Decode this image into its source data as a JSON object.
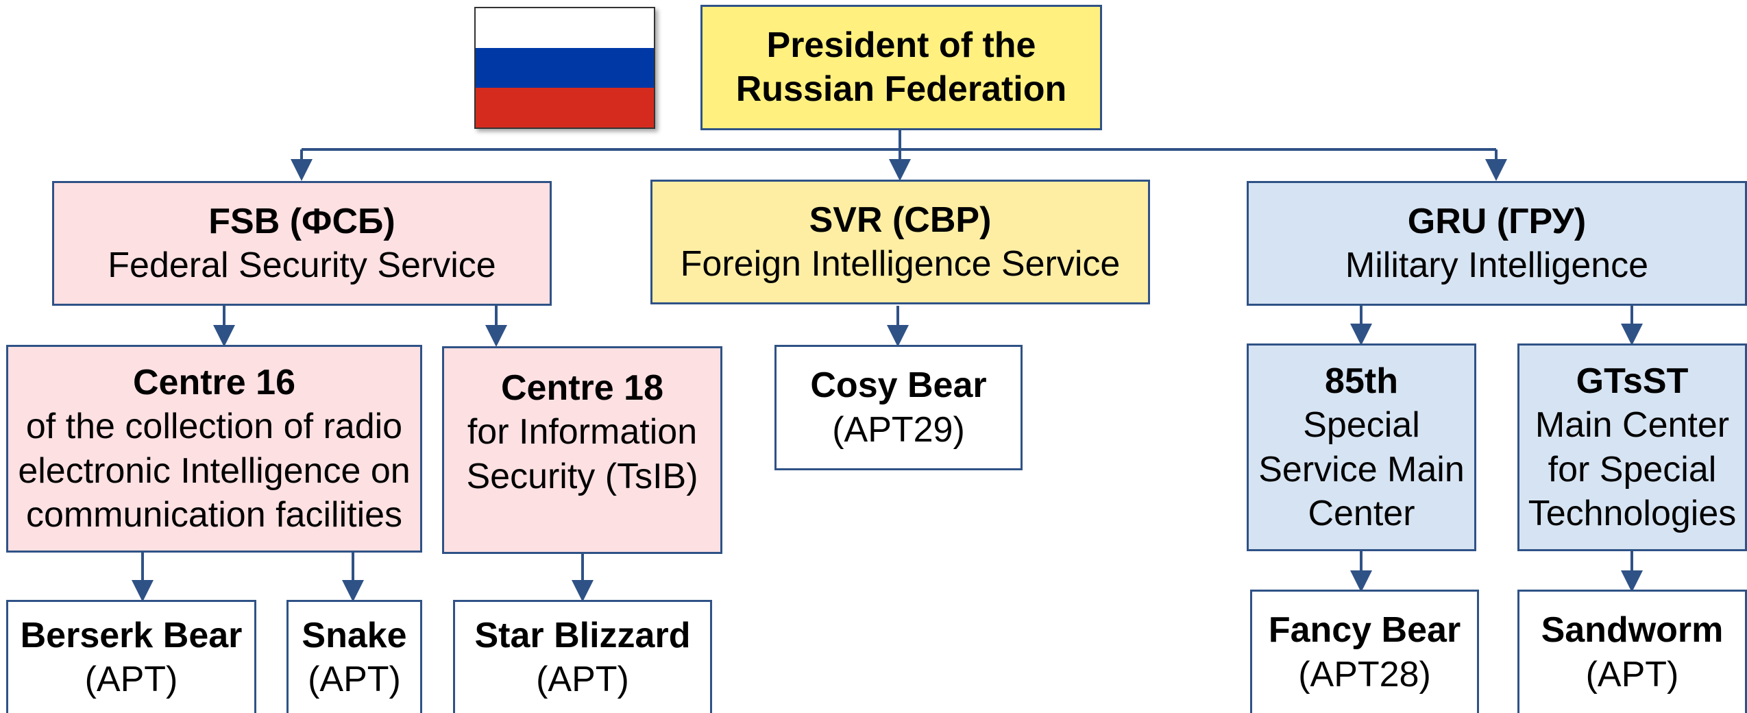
{
  "president": {
    "line1": "President of the",
    "line2": "Russian Federation"
  },
  "flag": {
    "colors": [
      "#ffffff",
      "#0039a6",
      "#d52b1e"
    ]
  },
  "fsb": {
    "title": "FSB (ФСБ)",
    "subtitle": "Federal Security Service"
  },
  "svr": {
    "title": "SVR (СВР)",
    "subtitle": "Foreign Intelligence Service"
  },
  "gru": {
    "title": "GRU (ГРУ)",
    "subtitle": "Military Intelligence"
  },
  "centre16": {
    "title": "Centre 16",
    "lines": [
      "of the collection of radio",
      "electronic Intelligence on",
      "communication facilities"
    ]
  },
  "centre18": {
    "title": "Centre 18",
    "lines": [
      "for Information",
      "Security (TsIB)"
    ]
  },
  "unit85": {
    "title": "85th",
    "lines": [
      "Special",
      "Service Main",
      "Center"
    ]
  },
  "gtsst": {
    "title": "GTsST",
    "lines": [
      "Main Center",
      "for Special",
      "Technologies"
    ]
  },
  "groups": {
    "berserk": {
      "name": "Berserk Bear",
      "tag": "(APT)"
    },
    "snake": {
      "name": "Snake",
      "tag": "(APT)"
    },
    "star": {
      "name": "Star Blizzard",
      "tag": "(APT)"
    },
    "cosy": {
      "name": "Cosy Bear",
      "tag": "(APT29)"
    },
    "fancy": {
      "name": "Fancy Bear",
      "tag": "(APT28)"
    },
    "sandworm": {
      "name": "Sandworm",
      "tag": "(APT)"
    }
  },
  "colors": {
    "connector": "#2f5286",
    "fsb_fill": "#fde0e2",
    "svr_fill": "#fdeea4",
    "gru_fill": "#d6e3f2",
    "president_fill": "#fff07f"
  }
}
